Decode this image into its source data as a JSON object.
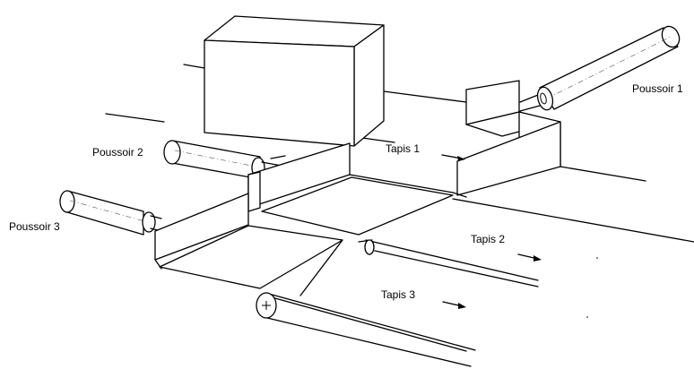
{
  "labels": {
    "poussoir_1": "Poussoir 1",
    "poussoir_2": "Poussoir 2",
    "poussoir_3": "Poussoir 3",
    "tapis_1": "Tapis 1",
    "tapis_2": "Tapis 2",
    "tapis_3": "Tapis 3"
  },
  "arrow_glyph": "→",
  "colors": {
    "line": "#000000",
    "background": "#ffffff"
  }
}
